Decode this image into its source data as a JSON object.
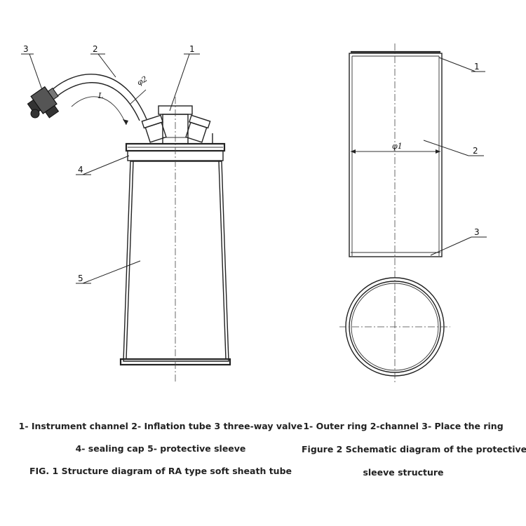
{
  "figure1": {
    "labels": {
      "l1": "1",
      "l2": "2",
      "l3": "3",
      "l4": "4",
      "l5": "5"
    },
    "dims": {
      "phi2": "φ2",
      "L": "L"
    },
    "caption_line1": "1- Instrument channel 2- Inflation tube 3 three-way valve",
    "caption_line2": "4- sealing cap 5- protective sleeve",
    "caption_line3": "FIG. 1 Structure diagram of RA type soft sheath tube"
  },
  "figure2": {
    "labels": {
      "l1": "1",
      "l2": "2",
      "l3": "3"
    },
    "dims": {
      "phi1": "φ1"
    },
    "caption_line1": "1- Outer ring  2-channel  3- Place the ring",
    "caption_line2": "Figure 2 Schematic diagram of the protective",
    "caption_line3": "sleeve structure"
  }
}
